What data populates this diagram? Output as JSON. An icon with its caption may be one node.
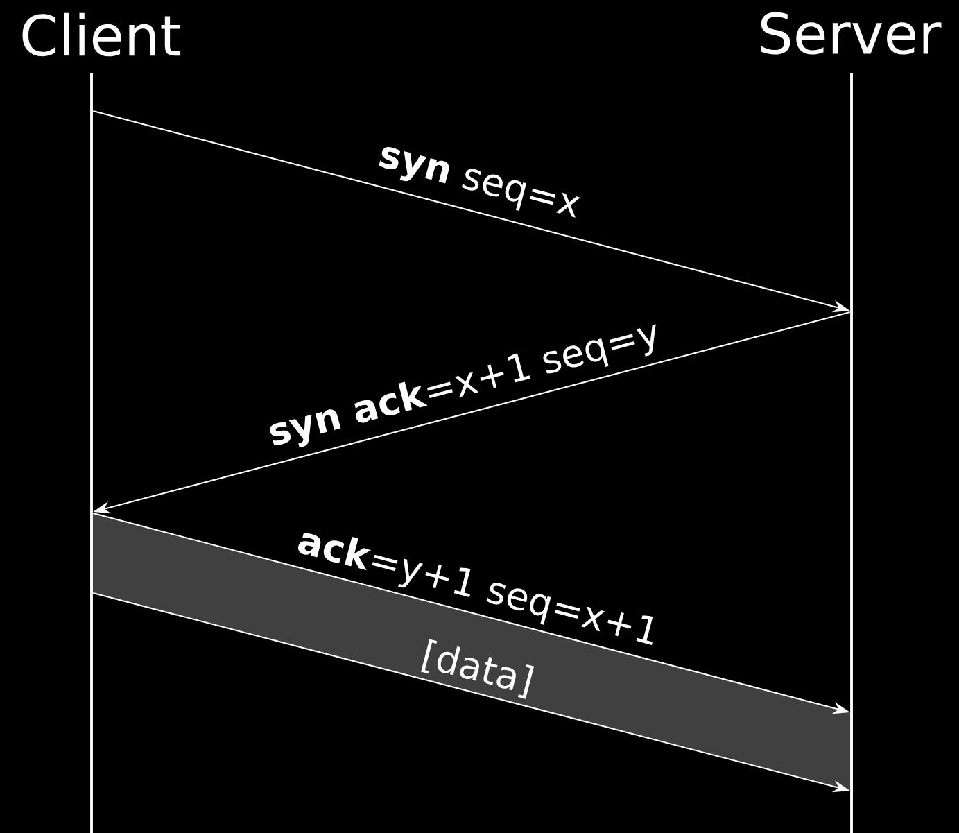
{
  "diagram": {
    "nodes": [
      {
        "text": [
          "Client"
        ]
      },
      {
        "text": [
          "Server"
        ]
      }
    ],
    "edges": [
      {
        "from": 0,
        "to": 1,
        "arrow": "to",
        "label": "**syn** seq=x"
      },
      {
        "from": 1,
        "to": 0,
        "arrow": "to",
        "label": "**syn ack**=x+1 seq=y"
      },
      {
        "from": 0,
        "to": 1,
        "arrow": "to",
        "label": "**ack**=y+1 seq=x+1"
      },
      {
        "from": 0,
        "to": 1,
        "arrow": "to",
        "label": "[data]"
      }
    ]
  }
}
